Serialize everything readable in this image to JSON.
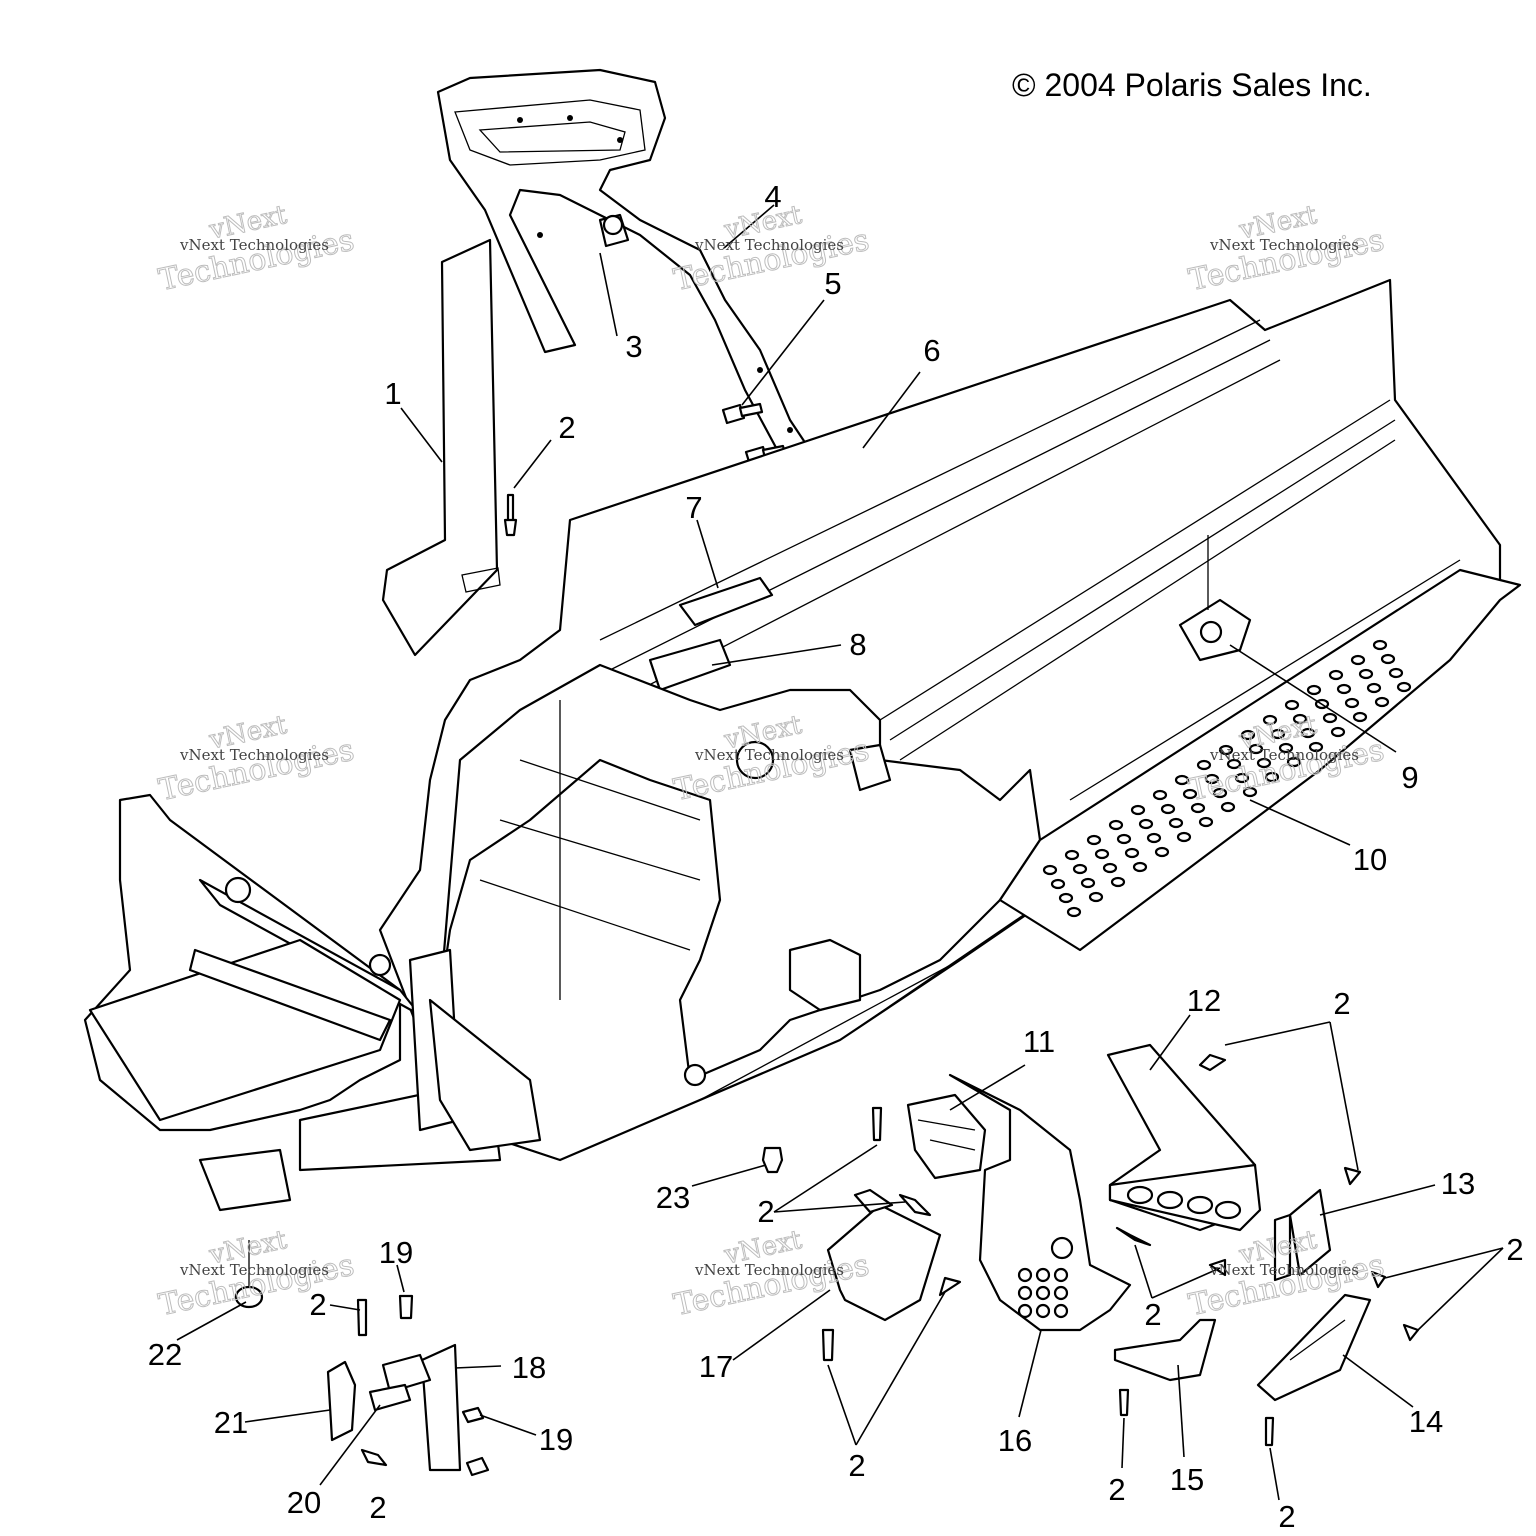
{
  "copyright": "© 2004 Polaris Sales Inc.",
  "watermark": {
    "line1": "vNext",
    "line2": "Technologies",
    "small": "vNext Technologies"
  },
  "callouts": [
    "1",
    "2",
    "3",
    "4",
    "5",
    "6",
    "7",
    "8",
    "9",
    "10",
    "11",
    "12",
    "13",
    "14",
    "15",
    "16",
    "17",
    "18",
    "19",
    "20",
    "21",
    "22",
    "23"
  ]
}
